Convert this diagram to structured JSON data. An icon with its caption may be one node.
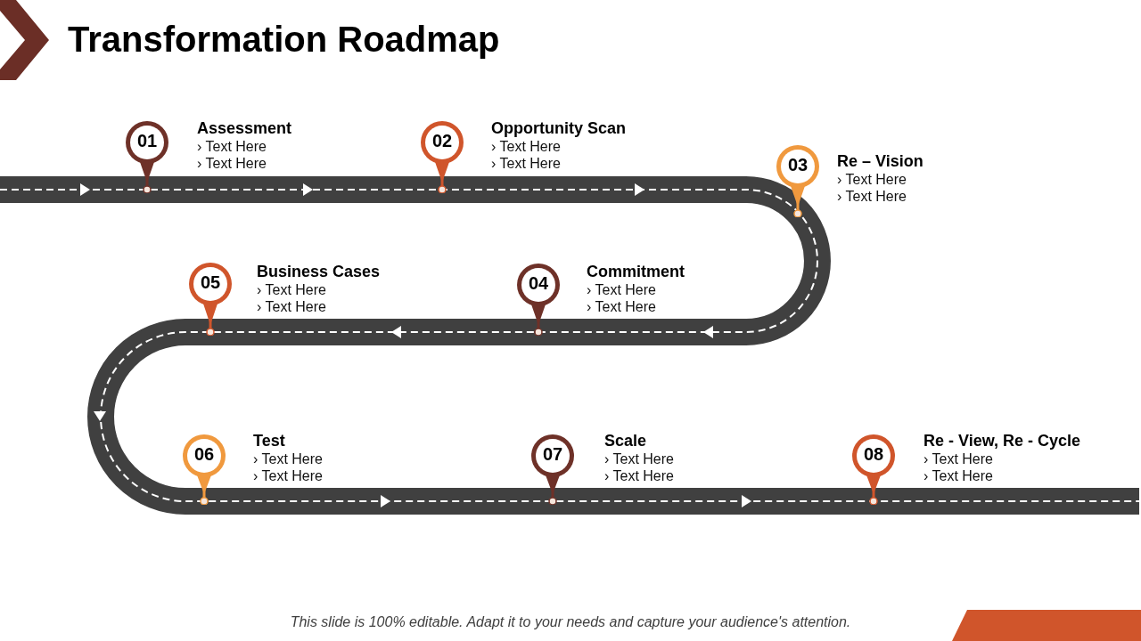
{
  "diagram": {
    "title": "Transformation Roadmap",
    "caption": "This slide is 100% editable. Adapt it to your needs and capture your audience's attention.",
    "nodes": [
      {
        "text": [
          "01"
        ],
        "beside": [
          "Assessment",
          "› Text Here",
          "› Text Here"
        ]
      },
      {
        "text": [
          "02"
        ],
        "beside": [
          "Opportunity Scan",
          "› Text Here",
          "› Text Here"
        ]
      },
      {
        "text": [
          "03"
        ],
        "beside": [
          "Re – Vision",
          "› Text Here",
          "› Text Here"
        ]
      },
      {
        "text": [
          "04"
        ],
        "beside": [
          "Commitment",
          "› Text Here",
          "› Text Here"
        ]
      },
      {
        "text": [
          "05"
        ],
        "beside": [
          "Business Cases",
          "› Text Here",
          "› Text Here"
        ]
      },
      {
        "text": [
          "06"
        ],
        "beside": [
          "Test",
          "› Text Here",
          "› Text Here"
        ]
      },
      {
        "text": [
          "07"
        ],
        "beside": [
          "Scale",
          "› Text Here",
          "› Text Here"
        ]
      },
      {
        "text": [
          "08"
        ],
        "beside": [
          "Re - View, Re - Cycle",
          "› Text Here",
          "› Text Here"
        ]
      }
    ]
  }
}
